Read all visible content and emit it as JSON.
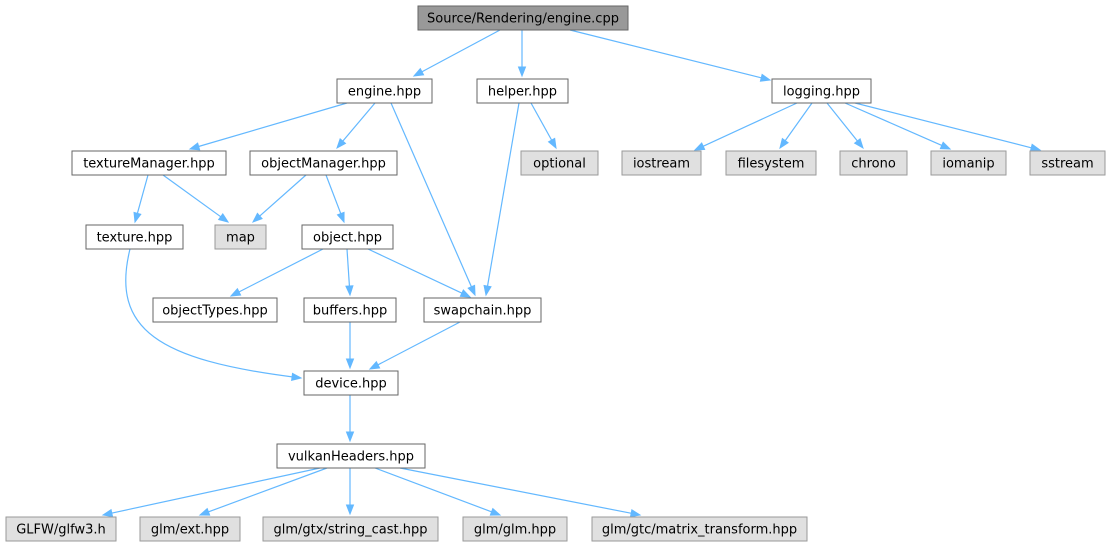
{
  "colors": {
    "edge": "#63b8ff",
    "root_fill": "#999999",
    "node_fill": "#ffffff",
    "external_fill": "#e0e0e0",
    "node_border": "#666666",
    "external_border": "#999999",
    "text": "#000000"
  },
  "nodes": [
    {
      "id": "engine_cpp",
      "label": "Source/Rendering/engine.cpp",
      "kind": "root"
    },
    {
      "id": "engine_hpp",
      "label": "engine.hpp",
      "kind": "file"
    },
    {
      "id": "helper_hpp",
      "label": "helper.hpp",
      "kind": "file"
    },
    {
      "id": "logging_hpp",
      "label": "logging.hpp",
      "kind": "file"
    },
    {
      "id": "textureManager_hpp",
      "label": "textureManager.hpp",
      "kind": "file"
    },
    {
      "id": "objectManager_hpp",
      "label": "objectManager.hpp",
      "kind": "file"
    },
    {
      "id": "optional",
      "label": "optional",
      "kind": "external"
    },
    {
      "id": "iostream",
      "label": "iostream",
      "kind": "external"
    },
    {
      "id": "filesystem",
      "label": "filesystem",
      "kind": "external"
    },
    {
      "id": "chrono",
      "label": "chrono",
      "kind": "external"
    },
    {
      "id": "iomanip",
      "label": "iomanip",
      "kind": "external"
    },
    {
      "id": "sstream",
      "label": "sstream",
      "kind": "external"
    },
    {
      "id": "texture_hpp",
      "label": "texture.hpp",
      "kind": "file"
    },
    {
      "id": "map",
      "label": "map",
      "kind": "external"
    },
    {
      "id": "object_hpp",
      "label": "object.hpp",
      "kind": "file"
    },
    {
      "id": "objectTypes_hpp",
      "label": "objectTypes.hpp",
      "kind": "file"
    },
    {
      "id": "buffers_hpp",
      "label": "buffers.hpp",
      "kind": "file"
    },
    {
      "id": "swapchain_hpp",
      "label": "swapchain.hpp",
      "kind": "file"
    },
    {
      "id": "device_hpp",
      "label": "device.hpp",
      "kind": "file"
    },
    {
      "id": "vulkanHeaders_hpp",
      "label": "vulkanHeaders.hpp",
      "kind": "file"
    },
    {
      "id": "glfw3_h",
      "label": "GLFW/glfw3.h",
      "kind": "external"
    },
    {
      "id": "glm_ext",
      "label": "glm/ext.hpp",
      "kind": "external"
    },
    {
      "id": "glm_string_cast",
      "label": "glm/gtx/string_cast.hpp",
      "kind": "external"
    },
    {
      "id": "glm_glm",
      "label": "glm/glm.hpp",
      "kind": "external"
    },
    {
      "id": "glm_matrix_transform",
      "label": "glm/gtc/matrix_transform.hpp",
      "kind": "external"
    }
  ],
  "edges": [
    {
      "from": "engine_cpp",
      "to": "engine_hpp"
    },
    {
      "from": "engine_cpp",
      "to": "helper_hpp"
    },
    {
      "from": "engine_cpp",
      "to": "logging_hpp"
    },
    {
      "from": "engine_hpp",
      "to": "textureManager_hpp"
    },
    {
      "from": "engine_hpp",
      "to": "objectManager_hpp"
    },
    {
      "from": "engine_hpp",
      "to": "swapchain_hpp"
    },
    {
      "from": "helper_hpp",
      "to": "optional"
    },
    {
      "from": "helper_hpp",
      "to": "swapchain_hpp"
    },
    {
      "from": "logging_hpp",
      "to": "iostream"
    },
    {
      "from": "logging_hpp",
      "to": "filesystem"
    },
    {
      "from": "logging_hpp",
      "to": "chrono"
    },
    {
      "from": "logging_hpp",
      "to": "iomanip"
    },
    {
      "from": "logging_hpp",
      "to": "sstream"
    },
    {
      "from": "textureManager_hpp",
      "to": "texture_hpp"
    },
    {
      "from": "textureManager_hpp",
      "to": "map"
    },
    {
      "from": "objectManager_hpp",
      "to": "map"
    },
    {
      "from": "objectManager_hpp",
      "to": "object_hpp"
    },
    {
      "from": "texture_hpp",
      "to": "device_hpp"
    },
    {
      "from": "object_hpp",
      "to": "objectTypes_hpp"
    },
    {
      "from": "object_hpp",
      "to": "buffers_hpp"
    },
    {
      "from": "object_hpp",
      "to": "swapchain_hpp"
    },
    {
      "from": "buffers_hpp",
      "to": "device_hpp"
    },
    {
      "from": "swapchain_hpp",
      "to": "device_hpp"
    },
    {
      "from": "device_hpp",
      "to": "vulkanHeaders_hpp"
    },
    {
      "from": "vulkanHeaders_hpp",
      "to": "glfw3_h"
    },
    {
      "from": "vulkanHeaders_hpp",
      "to": "glm_ext"
    },
    {
      "from": "vulkanHeaders_hpp",
      "to": "glm_string_cast"
    },
    {
      "from": "vulkanHeaders_hpp",
      "to": "glm_glm"
    },
    {
      "from": "vulkanHeaders_hpp",
      "to": "glm_matrix_transform"
    }
  ]
}
